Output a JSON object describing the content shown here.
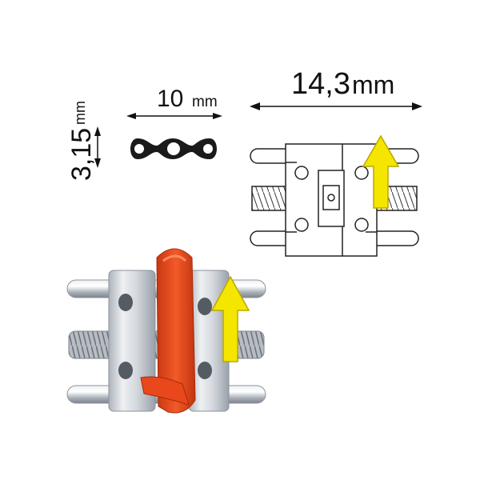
{
  "dimensions": {
    "height": {
      "value": "3,15",
      "unit": "mm"
    },
    "width": {
      "value": "10",
      "unit": "mm"
    },
    "length": {
      "value": "14,3",
      "unit": "mm"
    }
  },
  "colors": {
    "arrow_yellow": "#f5e600",
    "key_orange": "#e8481c",
    "metal": "#c9ccd1",
    "line": "#222222"
  },
  "icons": {
    "direction": "up-arrow-icon",
    "hole_plate": "hole-plate-icon"
  }
}
